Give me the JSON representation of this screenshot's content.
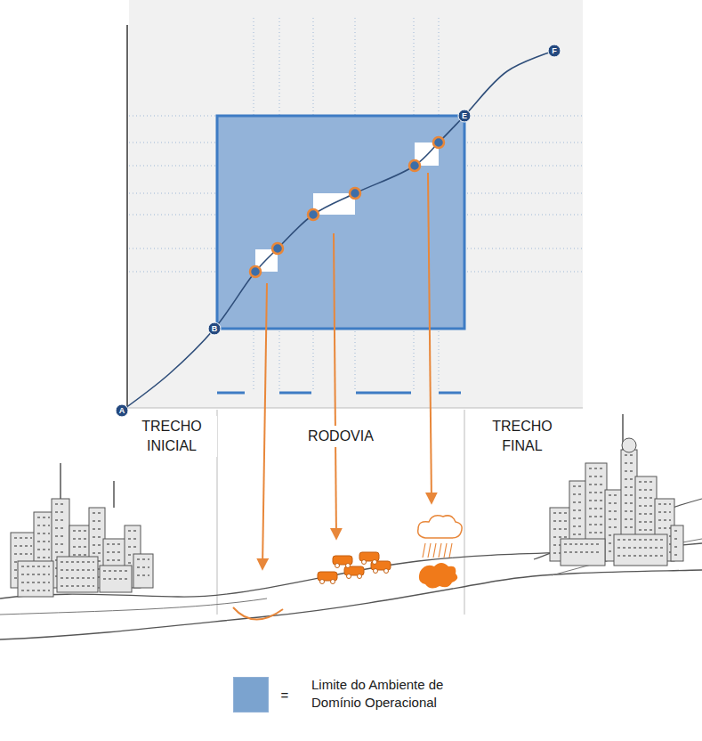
{
  "diagram": {
    "labels": [
      "A",
      "B",
      "E",
      "F",
      "TRECHO INICIAL",
      "RODOVIA",
      "TRECHO FINAL",
      "="
    ],
    "legend": [
      {
        "text": "Limite do Ambiente de Domínio Operacional",
        "color": "#7ba3cf"
      }
    ]
  }
}
